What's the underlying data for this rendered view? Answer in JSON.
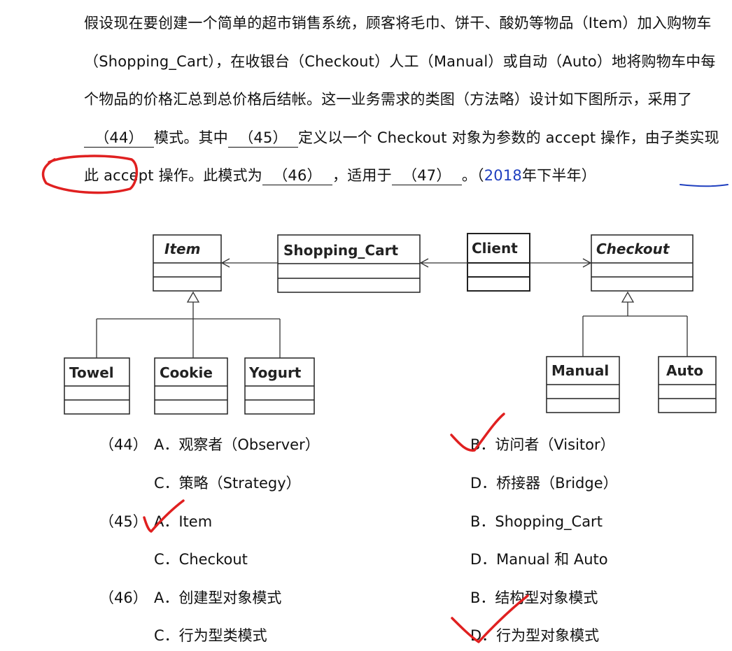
{
  "question": {
    "seg1": "假设现在要创建一个简单的超市销售系统，顾客将毛巾、饼干、酸奶等物品（Item）加入购物车（Shopping_Cart），在收银台（Checkout）人工（Manual）或自动（Auto）地将购物车中每个物品的价格汇总到总价格后结帐。这一业务需求的类图（方法略）设计如下图所示，采用了",
    "blank44": "（44）",
    "seg2": "模式。其中",
    "blank45": "（45）",
    "seg3": "定义以一个 Checkout 对象为参数的 accept 操作，由子类实现此 accept 操作。此模式为",
    "blank46": "（46）",
    "seg4": "，适用于",
    "blank47": "（47）",
    "seg5": "。（",
    "year": "2018",
    "seg6": "年下半年）"
  },
  "diagram": {
    "classes": {
      "item": "Item",
      "shopping_cart": "Shopping_Cart",
      "client": "Client",
      "checkout": "Checkout",
      "towel": "Towel",
      "cookie": "Cookie",
      "yogurt": "Yogurt",
      "manual": "Manual",
      "auto": "Auto"
    }
  },
  "options": {
    "q44": {
      "num": "（44）",
      "a": "A．观察者（Observer）",
      "b": "B．访问者（Visitor）",
      "c": "C．策略（Strategy）",
      "d": "D．桥接器（Bridge）"
    },
    "q45": {
      "num": "（45）",
      "a": "A．Item",
      "b": "B．Shopping_Cart",
      "c": "C．Checkout",
      "d": "D．Manual 和 Auto"
    },
    "q46": {
      "num": "（46）",
      "a": "A．创建型对象模式",
      "b": "B．结构型对象模式",
      "c": "C．行为型类模式",
      "d": "D．行为型对象模式"
    }
  },
  "colors": {
    "ink_red": "#e02020",
    "ink_blue": "#1f3fbf"
  }
}
